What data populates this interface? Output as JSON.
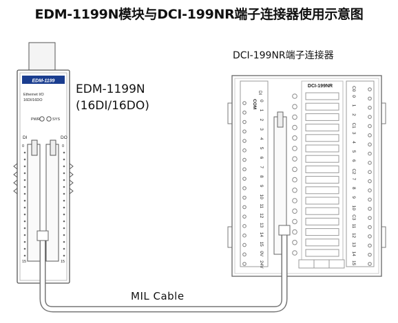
{
  "title": "EDM-1199N模块与DCI-199NR端子连接器使用示意图",
  "module": {
    "name": "EDM-1199N",
    "spec": "(16DI/16DO)",
    "badge": "EDM-1199",
    "sub1": "Ethernet I/O",
    "sub2": "16DI/16DO",
    "led_pwr": "PWR",
    "led_sys": "SYS",
    "di": "DI",
    "do": "DO",
    "port_first": "0",
    "port_last": "15"
  },
  "connector": {
    "title": "DCI-199NR端子连接器",
    "badge": "DCI-199NR",
    "left_header": "COM",
    "left_header2": "DI",
    "left_terminals": [
      "0",
      "1",
      "2",
      "3",
      "4",
      "5",
      "6",
      "7",
      "8",
      "9",
      "10",
      "11",
      "12",
      "13",
      "14",
      "15",
      "0V",
      "24V"
    ],
    "right_terminals": [
      "C0",
      "0",
      "1",
      "2",
      "C1",
      "3",
      "4",
      "5",
      "6",
      "C2",
      "7",
      "8",
      "9",
      "10",
      "C3",
      "11",
      "12",
      "13",
      "14",
      "15"
    ]
  },
  "cable": {
    "label": "MIL Cable"
  }
}
